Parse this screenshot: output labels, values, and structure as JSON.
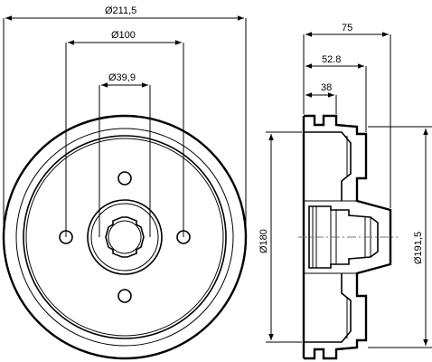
{
  "drawing": {
    "front_view": {
      "outer_diameter_label": "Ø211,5",
      "bolt_circle_label": "Ø100",
      "center_bore_label": "Ø39,9",
      "bolt_holes": 4
    },
    "side_view": {
      "overall_width_label": "75",
      "hub_depth_label": "52.8",
      "flange_offset_label": "38",
      "drum_inner_diameter_label": "Ø180",
      "drum_outer_diameter_label": "Ø191,5"
    }
  },
  "colors": {
    "line": "#000000",
    "background": "#ffffff"
  }
}
